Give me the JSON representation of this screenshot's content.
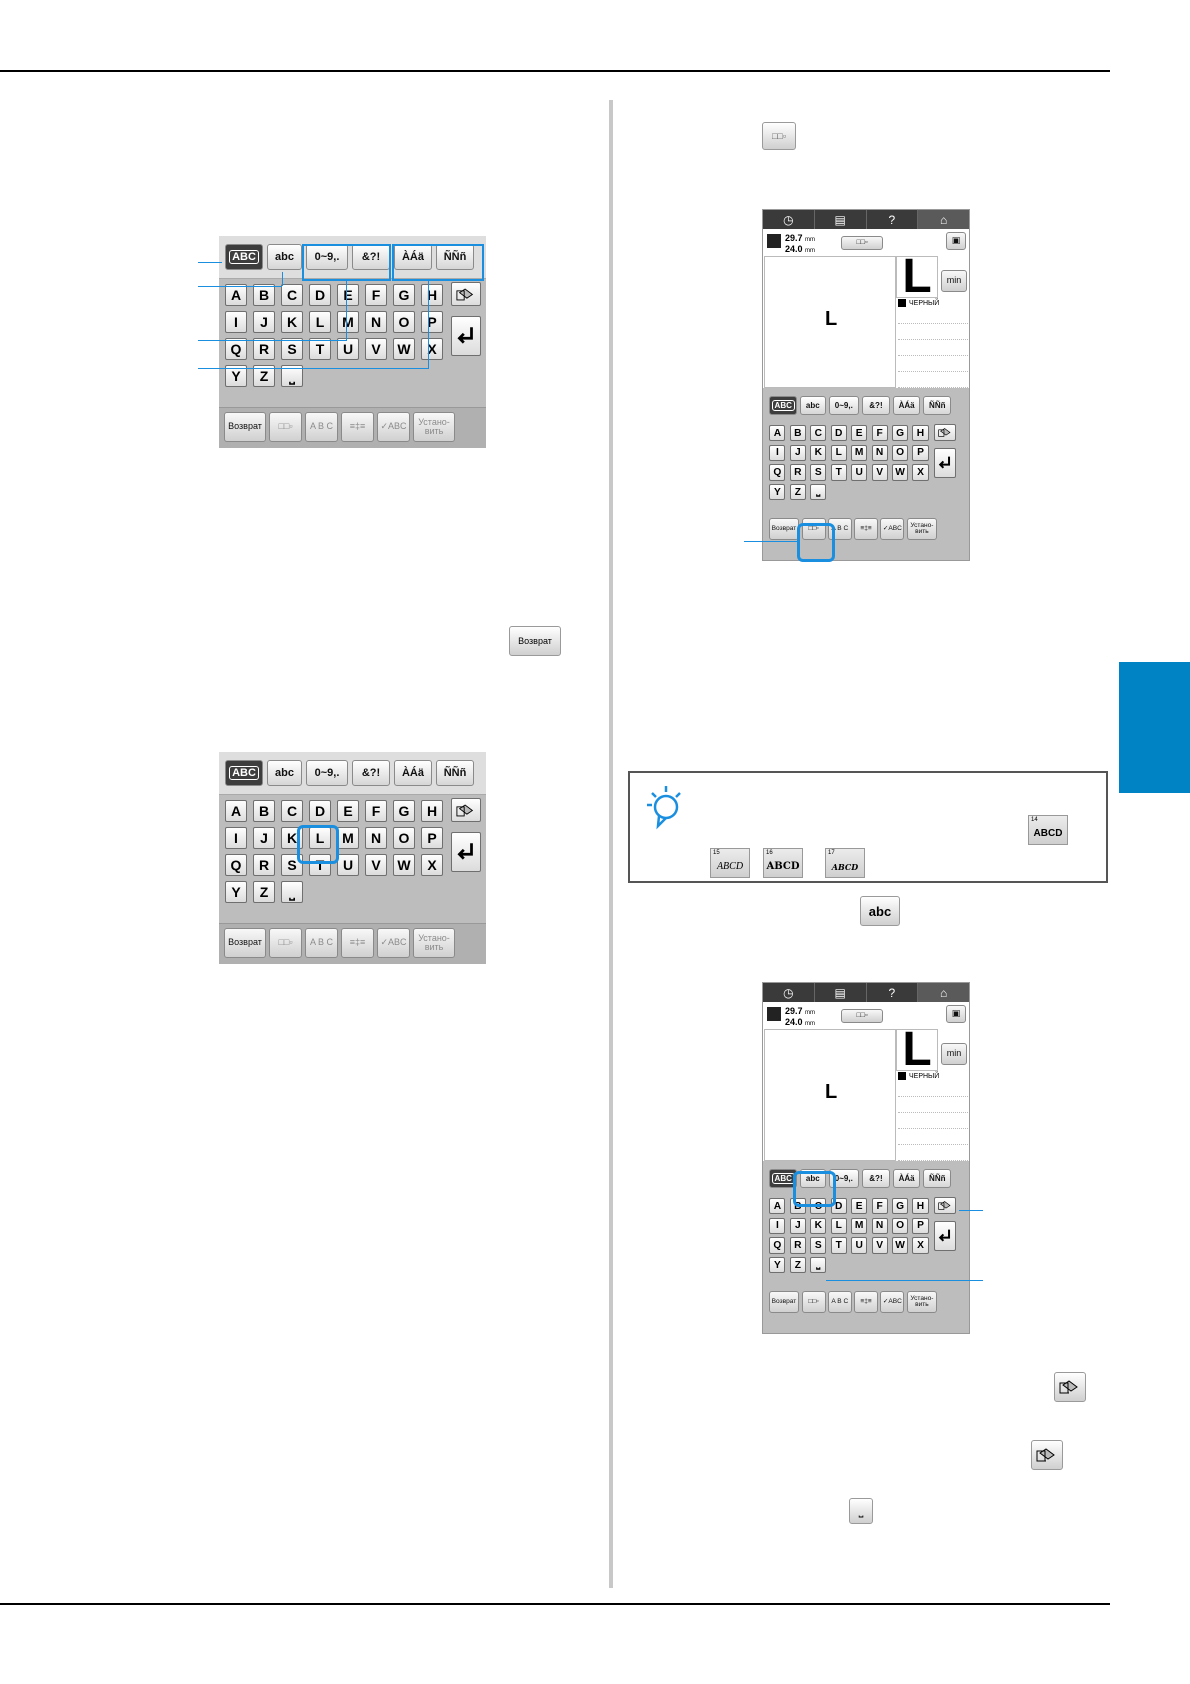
{
  "keyboard": {
    "tabs": [
      "ABC",
      "abc",
      "0~9,.",
      "&?!",
      "ÀÁä",
      "ÑÑñ"
    ],
    "rows": [
      [
        "A",
        "B",
        "C",
        "D",
        "E",
        "F",
        "G",
        "H"
      ],
      [
        "I",
        "J",
        "K",
        "L",
        "M",
        "N",
        "O",
        "P"
      ],
      [
        "Q",
        "R",
        "S",
        "T",
        "U",
        "V",
        "W",
        "X"
      ],
      [
        "Y",
        "Z",
        "⎵"
      ]
    ],
    "footer": {
      "back_label": "Возврат",
      "set_label": "Устано-\nвить",
      "array_icon": "□□▫",
      "curve_icon": "A B C",
      "spacing_icon": "≡‡≡",
      "check_label": "✓ABC"
    }
  },
  "inline_buttons": {
    "back_label": "Возврат",
    "abc_label": "abc",
    "array_icon": "□□▫",
    "eraser_icon": "eraser-icon",
    "space_icon": "⎵"
  },
  "device": {
    "size_top": "29.7",
    "size_bottom": "24.0",
    "size_unit": "mm",
    "preview_letter": "L",
    "color_name": "ЧЕРНЫЙ",
    "min_label": "min",
    "help_icon": "?"
  },
  "note": {
    "font_samples": [
      {
        "number": "14",
        "text": "ABCD"
      },
      {
        "number": "15",
        "text": "ABCD"
      },
      {
        "number": "16",
        "text": "ABCD"
      },
      {
        "number": "17",
        "text": "ABCD"
      }
    ]
  },
  "colors": {
    "accent": "#1a8fe0",
    "tab": "#0083c5",
    "panel": "#bdbdbd"
  }
}
